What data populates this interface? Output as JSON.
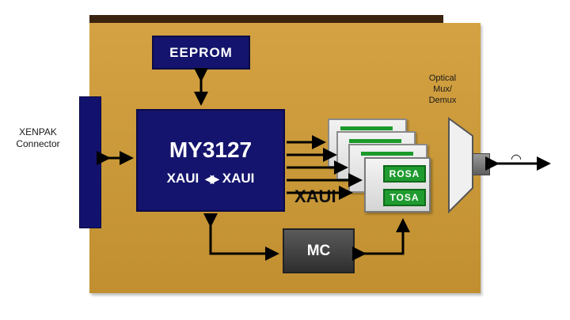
{
  "board": {
    "eeprom_label": "EEPROM",
    "chip_title": "MY3127",
    "chip_left": "XAUI",
    "chip_right": "XAUI",
    "mc_label": "MC",
    "rosa_label": "ROSA",
    "tosa_label": "TOSA",
    "xaui_label": "XAUI",
    "left_label": "XENPAK\nConnector",
    "optic_label": "Optical\nMux/\nDemux",
    "fiber_symbol": "◠"
  },
  "colors": {
    "board": "#c99838",
    "chip": "#14146e",
    "module_green": "#1f9b2f",
    "mc": "#3a3a3a"
  }
}
